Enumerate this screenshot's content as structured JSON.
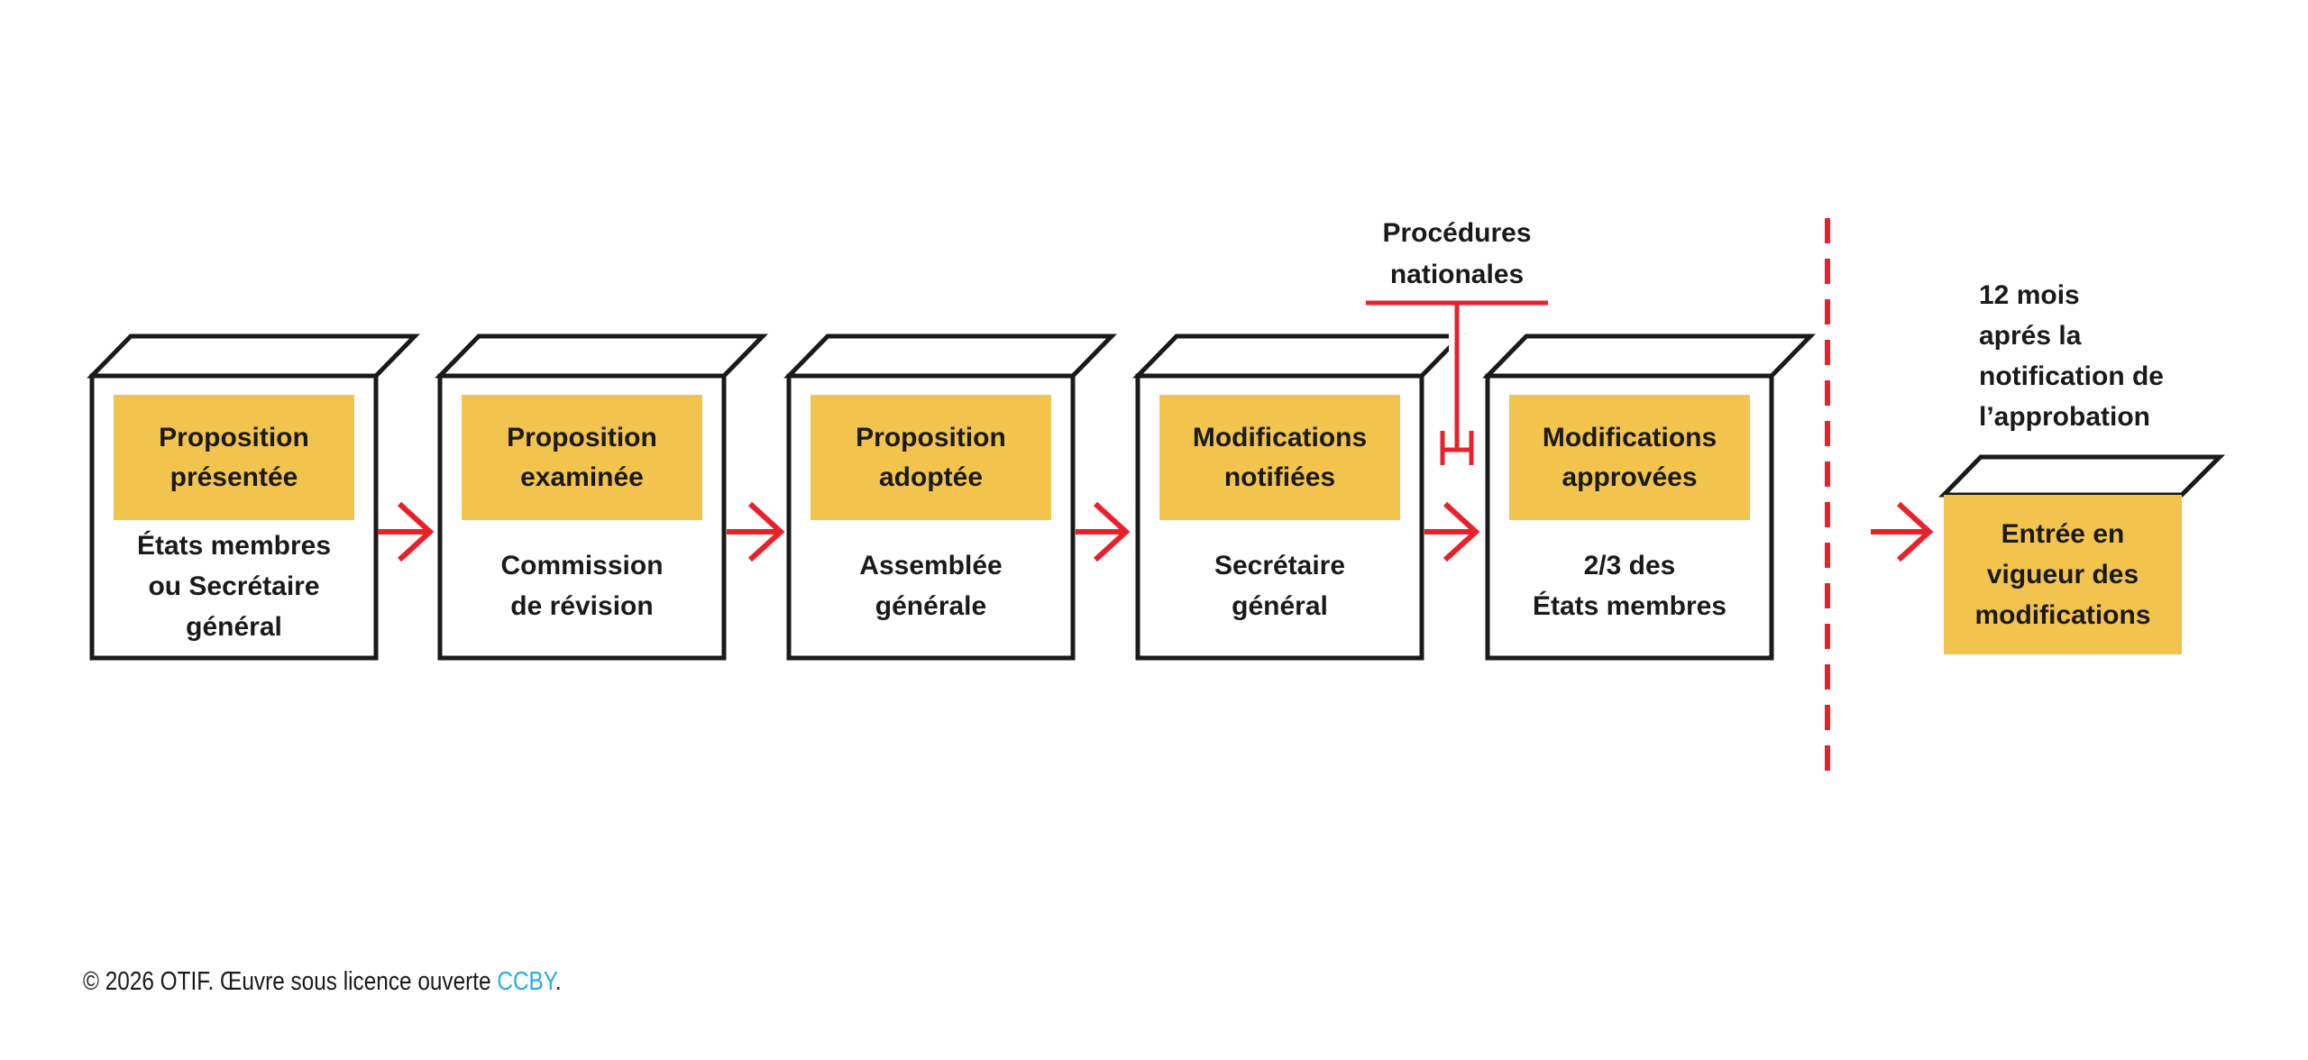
{
  "colors": {
    "highlight_yellow": "#F2C44D",
    "accent_red": "#E8212B",
    "link_blue": "#29ABE2",
    "ink_black": "#1A1A1A"
  },
  "steps": [
    {
      "status": "Proposition\nprésentée",
      "actor": "États membres\nou Secrétaire\ngénéral"
    },
    {
      "status": "Proposition\nexaminée",
      "actor": "Commission\nde révision"
    },
    {
      "status": "Proposition\nadoptée",
      "actor": "Assemblée\ngénérale"
    },
    {
      "status": "Modifications\nnotifiées",
      "actor": "Secrétaire\ngénéral"
    },
    {
      "status": "Modifications\napprovées",
      "actor": "2/3 des\nÉtats membres"
    }
  ],
  "annotations": {
    "national_procedures": "Procédures\nnationales",
    "delay_note": "12 mois\naprés la\nnotification de\nl’approbation"
  },
  "final_step": {
    "label": "Entrée en\nvigueur des\nmodifications"
  },
  "footer": {
    "prefix": "© 2026 OTIF. Œuvre sous licence ouverte ",
    "license": "CCBY",
    "suffix": "."
  }
}
